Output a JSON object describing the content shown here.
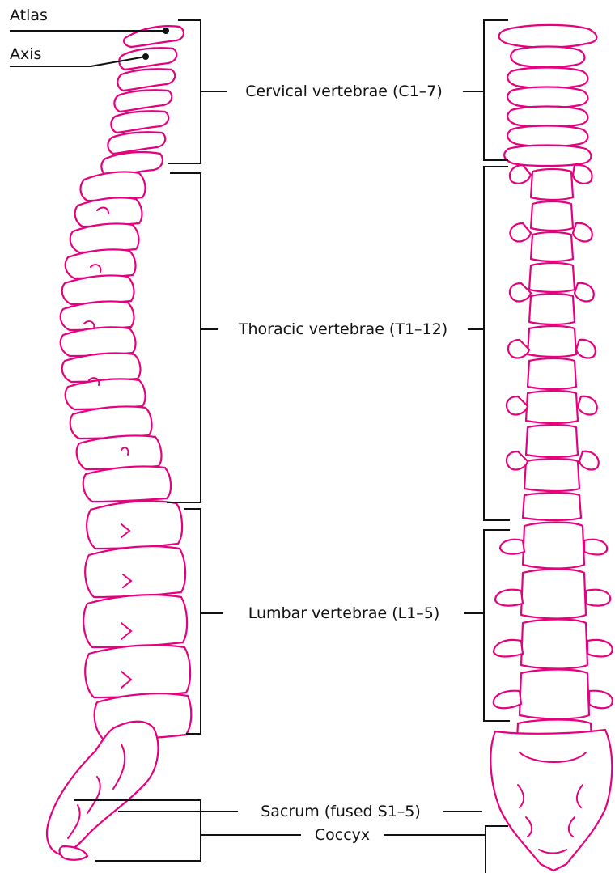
{
  "labels": {
    "atlas": "Atlas",
    "axis": "Axis",
    "cervical": "Cervical vertebrae (C1–7)",
    "thoracic": "Thoracic vertebrae (T1–12)",
    "lumbar": "Lumbar vertebrae (L1–5)",
    "sacrum": "Sacrum (fused S1–5)",
    "coccyx": "Coccyx"
  },
  "colors": {
    "bone": "#e6007e",
    "leader": "#111111",
    "background": "#ffffff"
  }
}
